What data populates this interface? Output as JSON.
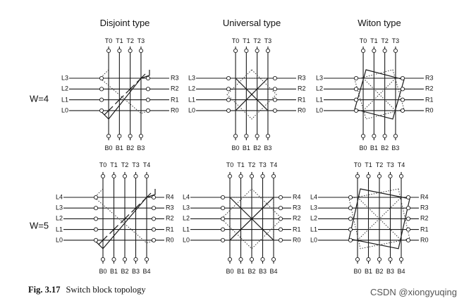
{
  "columns": [
    {
      "title": "Disjoint type",
      "kind": "disjoint"
    },
    {
      "title": "Universal type",
      "kind": "universal"
    },
    {
      "title": "Witon type",
      "kind": "wilton"
    }
  ],
  "rows": [
    {
      "label": "W=4",
      "width": 4,
      "top_pins": [
        "T0",
        "T1",
        "T2",
        "T3"
      ],
      "bottom_pins": [
        "B0",
        "B1",
        "B2",
        "B3"
      ],
      "left_pins": [
        "L3",
        "L2",
        "L1",
        "L0"
      ],
      "right_pins": [
        "R3",
        "R2",
        "R1",
        "R0"
      ]
    },
    {
      "label": "W=5",
      "width": 5,
      "top_pins": [
        "T0",
        "T1",
        "T2",
        "T3",
        "T4"
      ],
      "bottom_pins": [
        "B0",
        "B1",
        "B2",
        "B3",
        "B4"
      ],
      "left_pins": [
        "L4",
        "L3",
        "L2",
        "L1",
        "L0"
      ],
      "right_pins": [
        "R4",
        "R3",
        "R2",
        "R1",
        "R0"
      ]
    }
  ],
  "caption": {
    "figure": "Fig. 3.17",
    "text": "Switch block topology"
  },
  "watermark": "CSDN @xiongyuqing",
  "colors": {
    "line": "#1a1a1a",
    "dotted": "#333333",
    "node_fill": "#ffffff"
  }
}
